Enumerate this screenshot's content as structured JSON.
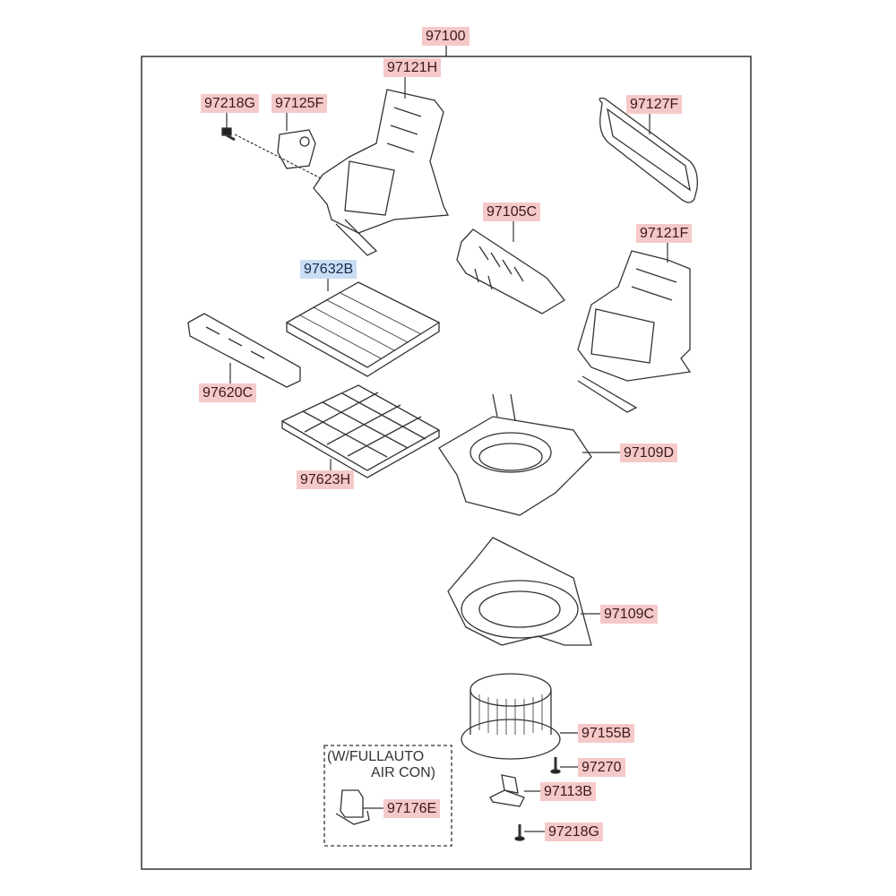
{
  "assembly": "97100",
  "parts": {
    "p97121H": "97121H",
    "p97218G_top": "97218G",
    "p97125F": "97125F",
    "p97127F": "97127F",
    "p97105C": "97105C",
    "p97121F": "97121F",
    "p97632B": "97632B",
    "p97620C": "97620C",
    "p97109D": "97109D",
    "p97623H": "97623H",
    "p97109C": "97109C",
    "p97155B": "97155B",
    "p97270": "97270",
    "p97113B": "97113B",
    "p97176E": "97176E",
    "p97218G_bottom": "97218G"
  },
  "option_note": {
    "line1": "(W/FULLAUTO",
    "line2": "AIR CON)"
  },
  "colors": {
    "label_bg": "#f6c9c9",
    "highlight_bg": "#c9ddf4",
    "line": "#333333"
  }
}
